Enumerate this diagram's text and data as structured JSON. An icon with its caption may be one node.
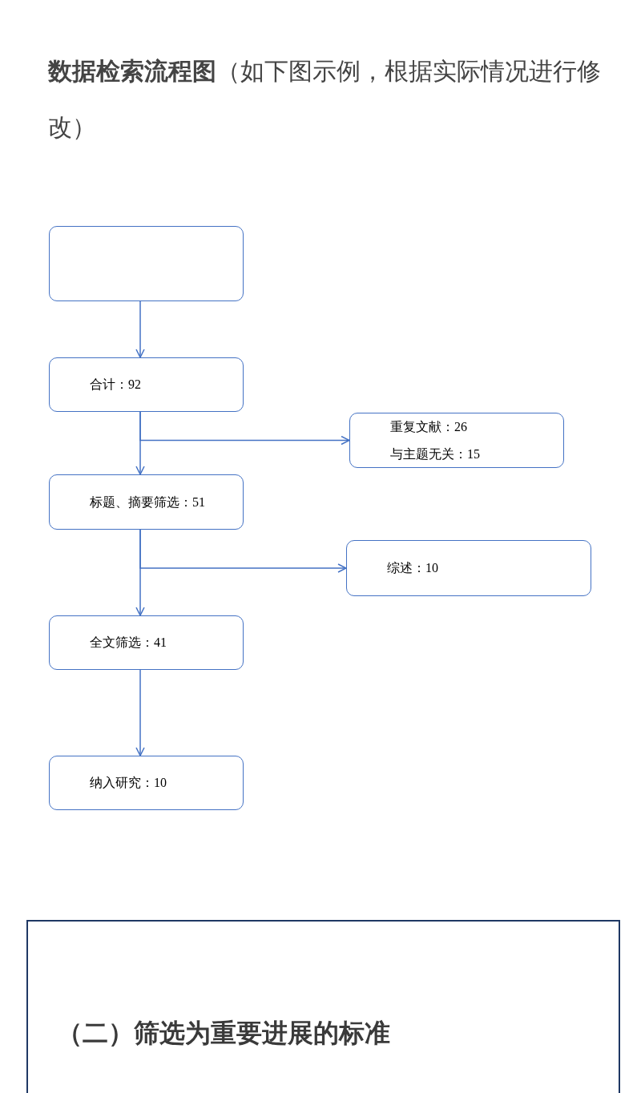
{
  "diagram": {
    "title": "**数据检索流程图**（如下图示例，根据实际情况进行修改）",
    "nodes": [
      {
        "text": [],
        "shape": "box"
      },
      {
        "text": [
          "合计：92"
        ]
      },
      {
        "text": [
          "重复文献：26",
          "与主题无关：15"
        ]
      },
      {
        "text": [
          "标题、摘要筛选：51"
        ]
      },
      {
        "text": [
          "综述：10"
        ]
      },
      {
        "text": [
          "全文筛选：41"
        ]
      },
      {
        "text": [
          "纳入研究：10"
        ]
      },
      {
        "text": [
          "（二）筛选为重要进展的标准"
        ]
      }
    ],
    "edges": [
      {
        "from": 0,
        "to": 1,
        "arrow": "to"
      },
      {
        "from": 1,
        "to": 3,
        "arrow": "to"
      },
      {
        "from": 1,
        "to": 2,
        "arrow": "to"
      },
      {
        "from": 3,
        "to": 5,
        "arrow": "to"
      },
      {
        "from": 3,
        "to": 4,
        "arrow": "to"
      },
      {
        "from": 5,
        "to": 6,
        "arrow": "to"
      }
    ]
  }
}
